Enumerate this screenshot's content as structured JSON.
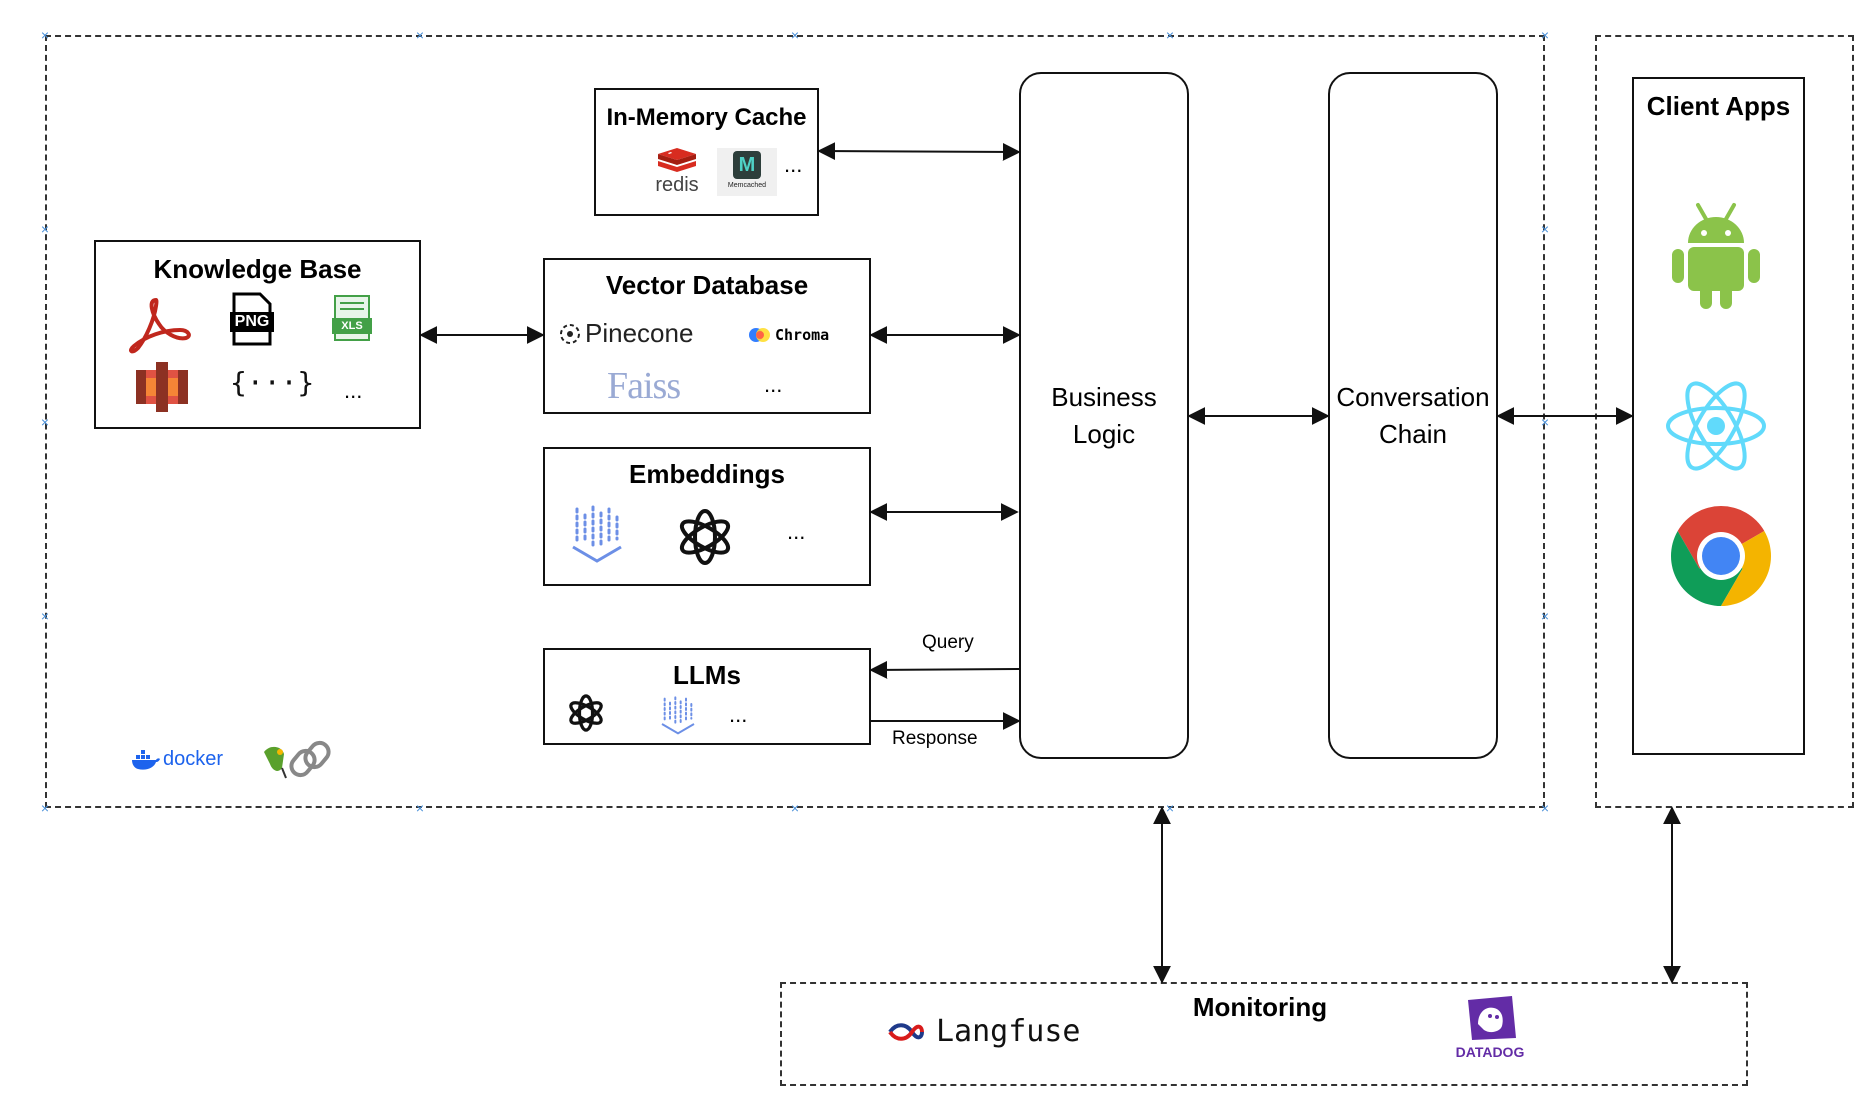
{
  "in_memory_cache": {
    "title": "In-Memory Cache",
    "redis": "redis",
    "memcached": "Memcached",
    "more": "..."
  },
  "knowledge_base": {
    "title": "Knowledge Base",
    "png": "PNG",
    "xls": "XLS",
    "json": "{···}",
    "more": "..."
  },
  "vector_database": {
    "title": "Vector Database",
    "pinecone": "Pinecone",
    "chroma": "Chroma",
    "faiss": "Faiss",
    "more": "..."
  },
  "embeddings": {
    "title": "Embeddings",
    "more": "..."
  },
  "llms": {
    "title": "LLMs",
    "more": "..."
  },
  "business_logic": {
    "line1": "Business",
    "line2": "Logic"
  },
  "conversation_chain": {
    "line1": "Conversation",
    "line2": "Chain"
  },
  "client_apps": {
    "title": "Client Apps"
  },
  "arrows": {
    "query": "Query",
    "response": "Response"
  },
  "tools": {
    "docker": "docker"
  },
  "monitoring": {
    "title": "Monitoring",
    "langfuse": "Langfuse",
    "datadog": "DATADOG"
  },
  "colors": {
    "selection_marker": "#4a90d9",
    "border": "#111111"
  }
}
